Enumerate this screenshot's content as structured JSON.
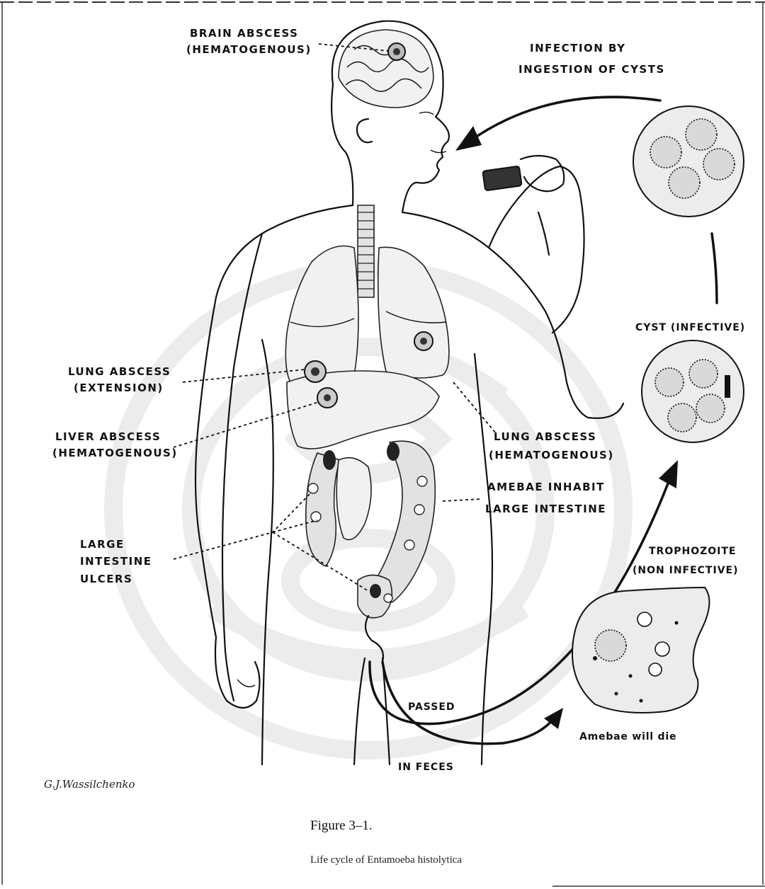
{
  "labels": {
    "brain_abscess": [
      "BRAIN ABSCESS",
      "(HEMATOGENOUS)"
    ],
    "infection": [
      "INFECTION BY",
      "INGESTION OF CYSTS"
    ],
    "cyst": "CYST (INFECTIVE)",
    "lung_abscess_extension": [
      "LUNG ABSCESS",
      "(EXTENSION)"
    ],
    "liver_abscess": [
      "LIVER ABSCESS",
      "(HEMATOGENOUS)"
    ],
    "lung_abscess_hematogenous": [
      "LUNG ABSCESS",
      "(HEMATOGENOUS)"
    ],
    "amebae_inhabit": [
      "AMEBAE INHABIT",
      "LARGE INTESTINE"
    ],
    "large_intestine_ulcers": [
      "LARGE",
      "INTESTINE",
      "ULCERS"
    ],
    "trophozoite": [
      "TROPHOZOITE",
      "(NON INFECTIVE)"
    ],
    "passed": "PASSED",
    "in_feces": "IN FECES",
    "amebae_will_die": "Amebae will die"
  },
  "signature": "G.J.Wassilchenko",
  "caption": {
    "title": "Figure 3–1.",
    "text": "Life cycle of Entamoeba histolytica"
  }
}
